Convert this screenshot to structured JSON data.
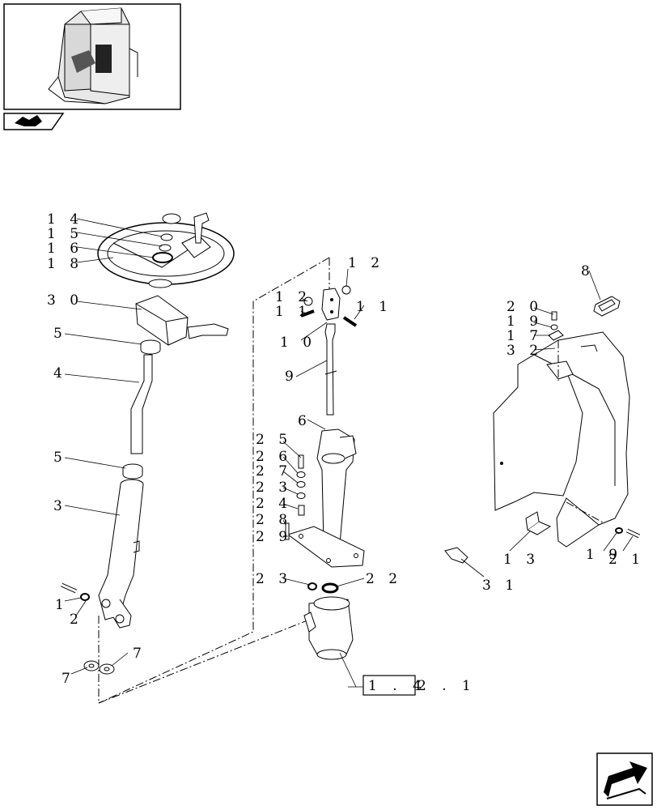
{
  "labels": {
    "l14": "1 4",
    "l15": "1 5",
    "l16": "1 6",
    "l18": "1 8",
    "l30": "3 0",
    "l5a": "5",
    "l4": "4",
    "l5b": "5",
    "l3": "3",
    "l1": "1",
    "l2": "2",
    "l7a": "7",
    "l7b": "7",
    "l12a": "1 2",
    "l12b": "1 2",
    "l11a": "1 1",
    "l11b": "1 1",
    "l10": "1 0",
    "l9": "9",
    "l6": "6",
    "l25": "2 5",
    "l26": "2 6",
    "l27": "2 7",
    "l23a": "2 3",
    "l24": "2 4",
    "l28": "2 8",
    "l29": "2 9",
    "l23b": "2 3",
    "l22": "2 2",
    "l8": "8",
    "l20": "2 0",
    "l19a": "1 9",
    "l17": "1 7",
    "l32": "3 2",
    "l13": "1 3",
    "l31": "3 1",
    "l19b": "1 9",
    "l21": "2 1"
  },
  "reference": {
    "boxed": "1 . 4",
    "suffix": "2 . 1"
  },
  "icons": {
    "thumbnail": "cab-overview-thumbnail",
    "section": "section-marker-icon",
    "nav": "next-page-arrow-icon"
  }
}
